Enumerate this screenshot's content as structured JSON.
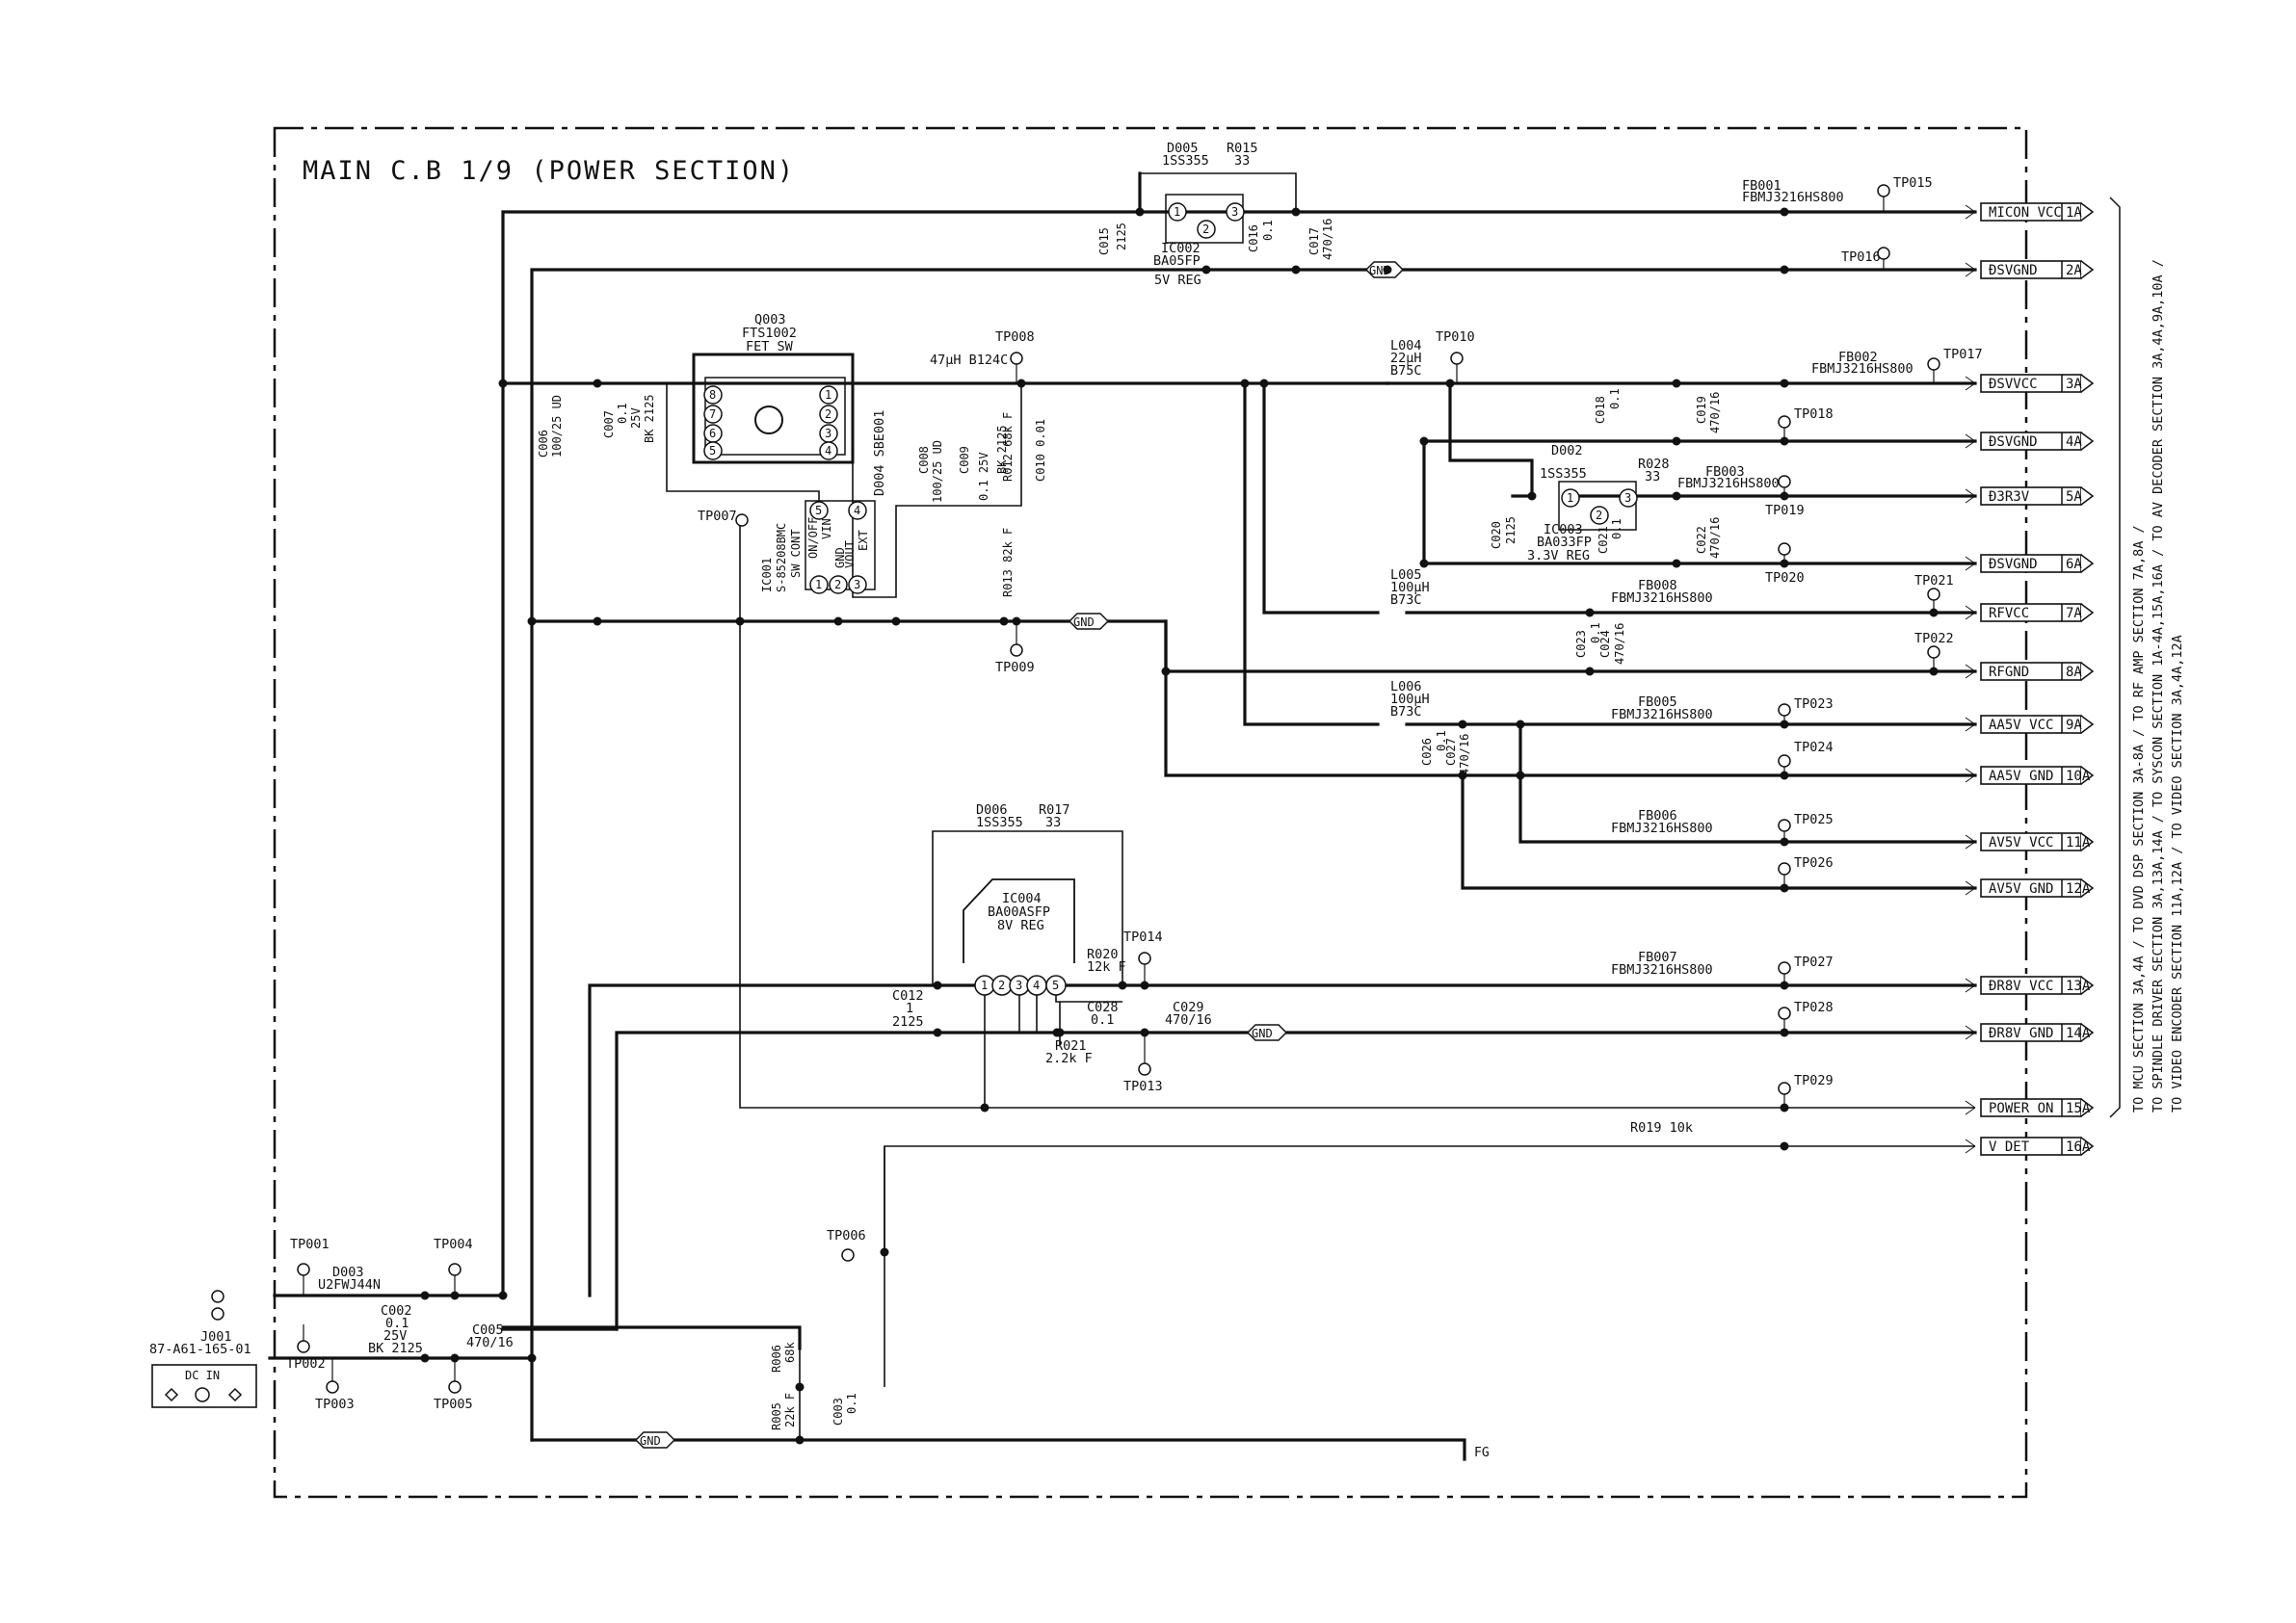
{
  "title": "MAIN C.B  1/9  (POWER SECTION)",
  "connectors": [
    {
      "name": "MICON VCC",
      "pin": "1A"
    },
    {
      "name": "ÐSVGND",
      "pin": "2A"
    },
    {
      "name": "ÐSVVCC",
      "pin": "3A"
    },
    {
      "name": "ÐSVGND",
      "pin": "4A"
    },
    {
      "name": "Ð3R3V",
      "pin": "5A"
    },
    {
      "name": "ÐSVGND",
      "pin": "6A"
    },
    {
      "name": "RFVCC",
      "pin": "7A"
    },
    {
      "name": "RFGND",
      "pin": "8A"
    },
    {
      "name": "AA5V VCC",
      "pin": "9A"
    },
    {
      "name": "AA5V GND",
      "pin": "10A"
    },
    {
      "name": "AV5V VCC",
      "pin": "11A"
    },
    {
      "name": "AV5V GND",
      "pin": "12A"
    },
    {
      "name": "ÐR8V VCC",
      "pin": "13A"
    },
    {
      "name": "ÐR8V GND",
      "pin": "14A"
    },
    {
      "name": "POWER ON",
      "pin": "15A"
    },
    {
      "name": "V DET",
      "pin": "16A"
    }
  ],
  "side_notes": [
    "TO MCU SECTION 3A,4A / TO DVD DSP SECTION 3A-8A / TO RF AMP SECTION 7A,8A /",
    "TO SPINDLE DRIVER SECTION 3A,13A,14A / TO SYSCON SECTION 1A-4A,15A,16A / TO AV DECODER SECTION 3A,4A,9A,10A /",
    "TO VIDEO ENCODER SECTION 11A,12A / TO VIDEO SECTION 3A,4A,12A"
  ],
  "testpoints": [
    "TP001",
    "TP002",
    "TP003",
    "TP004",
    "TP005",
    "TP006",
    "TP007",
    "TP008",
    "TP009",
    "TP010",
    "TP013",
    "TP014",
    "TP015",
    "TP016",
    "TP017",
    "TP018",
    "TP019",
    "TP020",
    "TP021",
    "TP022",
    "TP023",
    "TP024",
    "TP025",
    "TP026",
    "TP027",
    "TP028",
    "TP029"
  ],
  "gnd_label": "GND",
  "fg_label": "FG",
  "parts": {
    "q003": [
      "Q003",
      "FTS1002",
      "FET SW"
    ],
    "ic001": [
      "IC001",
      "S-85208BMC",
      "SW CONT"
    ],
    "ic001_pins": [
      "ON/OFF",
      "VIN",
      "VOUT",
      "EXT",
      "GND"
    ],
    "ic002": [
      "IC002",
      "BA05FP",
      "5V REG"
    ],
    "ic003": [
      "IC003",
      "BA033FP",
      "3.3V REG"
    ],
    "ic004": [
      "IC004",
      "BA00ASFP",
      "8V REG"
    ],
    "d005": [
      "D005",
      "1SS355"
    ],
    "r015": [
      "R015",
      "33"
    ],
    "d002": [
      "D002",
      "1SS355"
    ],
    "r028": [
      "R028",
      "33"
    ],
    "d006": [
      "D006",
      "1SS355"
    ],
    "r017": [
      "R017",
      "33"
    ],
    "l003": "47µH B124C",
    "l004": [
      "L004",
      "22µH",
      "B75C"
    ],
    "l005": [
      "L005",
      "100µH",
      "B73C"
    ],
    "l006": [
      "L006",
      "100µH",
      "B73C"
    ],
    "d004": "D004 SBE001",
    "d003": [
      "D003",
      "U2FWJ44N"
    ],
    "j001": [
      "J001",
      "87-A61-165-01"
    ],
    "dcin": "DC IN",
    "c015": [
      "C015",
      "2125"
    ],
    "c016": [
      "C016",
      "0.1"
    ],
    "c017": [
      "C017",
      "470/16"
    ],
    "c006": [
      "C006",
      "100/25 UD"
    ],
    "c007": [
      "C007",
      "0.1",
      "25V",
      "BK 2125"
    ],
    "c008": [
      "C008",
      "100/25 UD"
    ],
    "c009": [
      "C009",
      "0.1 25V",
      "BK 2125"
    ],
    "r012": "R012 68k F",
    "c010": "C010 0.01",
    "r013": "R013 82k F",
    "c018": [
      "C018",
      "0.1"
    ],
    "c019": [
      "C019",
      "470/16"
    ],
    "c020": [
      "C020",
      "2125"
    ],
    "c021": [
      "C021",
      "0.1"
    ],
    "c022": [
      "C022",
      "470/16"
    ],
    "c023": [
      "C023",
      "0.1"
    ],
    "c024": [
      "C024",
      "470/16"
    ],
    "c026": [
      "C026",
      "0.1"
    ],
    "c027": [
      "C027",
      "470/16"
    ],
    "c012": [
      "C012",
      "1",
      "2125"
    ],
    "r020": [
      "R020",
      "12k F"
    ],
    "c028": [
      "C028",
      "0.1"
    ],
    "c029": [
      "C029",
      "470/16"
    ],
    "r021": [
      "R021",
      "2.2k F"
    ],
    "c002": [
      "C002",
      "0.1",
      "25V",
      "BK 2125"
    ],
    "c005": [
      "C005",
      "470/16"
    ],
    "r006": [
      "R006",
      "68k"
    ],
    "r005": [
      "R005",
      "22k F"
    ],
    "c003": [
      "C003",
      "0.1"
    ],
    "r019": "R019 10k",
    "fb001": [
      "FB001",
      "FBMJ3216HS800"
    ],
    "fb002": [
      "FB002",
      "FBMJ3216HS800"
    ],
    "fb003": [
      "FB003",
      "FBMJ3216HS800"
    ],
    "fb008": [
      "FB008",
      "FBMJ3216HS800"
    ],
    "fb005": [
      "FB005",
      "FBMJ3216HS800"
    ],
    "fb006": [
      "FB006",
      "FBMJ3216HS800"
    ],
    "fb007": [
      "FB007",
      "FBMJ3216HS800"
    ]
  }
}
